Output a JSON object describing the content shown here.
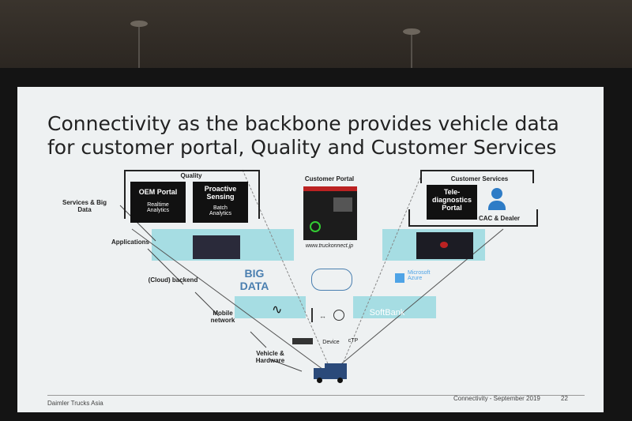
{
  "slide": {
    "title": "Connectivity as the backbone provides vehicle data for customer portal, Quality and Customer Services",
    "quality": {
      "label": "Quality",
      "oem_portal": {
        "title": "OEM Portal",
        "sub": "Realtime Analytics"
      },
      "proactive": {
        "title": "Proactive Sensing",
        "sub": "Batch Analytics"
      }
    },
    "customer_portal": {
      "label": "Customer Portal",
      "url": "www.truckonnect.jp"
    },
    "customer_services": {
      "label": "Customer Services",
      "tele": {
        "title": "Tele-diagnostics Portal"
      },
      "cac": "CAC & Dealer"
    },
    "layers": {
      "services": "Services & Big Data",
      "applications": "Applications",
      "cloud": "(Cloud) backend",
      "mobile": "Mobile network",
      "vehicle": "Vehicle & Hardware"
    },
    "logos": {
      "bigdata": "BIG DATA",
      "azure": "Microsoft Azure",
      "softbank": "SoftBank"
    },
    "small": {
      "device": "Device",
      "ctp": "cTP"
    },
    "footer": {
      "company": "Daimler Trucks Asia",
      "info": "Connectivity - September 2019",
      "page": "22"
    }
  }
}
